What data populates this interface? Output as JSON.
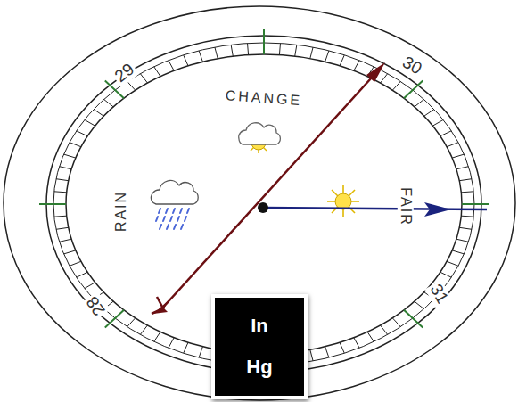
{
  "diagram": {
    "nodes": [
      {
        "text": [
          "In Hg"
        ]
      }
    ],
    "labels": [
      "29",
      "30",
      "28",
      "31",
      "CHANGE",
      "RAIN",
      "FAIR"
    ]
  }
}
